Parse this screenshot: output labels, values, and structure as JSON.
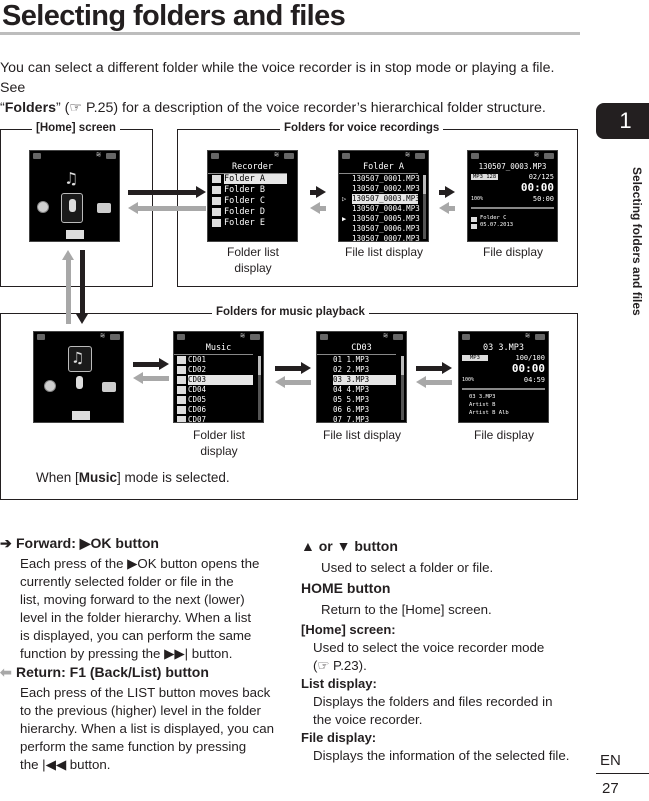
{
  "header": {
    "title": "Selecting folders and files"
  },
  "intro": {
    "line1": "You can select a different folder while the voice recorder is in stop mode or playing a file. See",
    "line2_open": "“",
    "line2_bold": "Folders",
    "line2_ref": "” (☞ P.25) for a description of the voice recorder’s hierarchical folder structure."
  },
  "side": {
    "chapter": "1",
    "label": "Selecting folders and files"
  },
  "diagram": {
    "home_box_label": "[Home] screen",
    "voice_box_label": "Folders for voice recordings",
    "music_box_label": "Folders for music playback",
    "voice": {
      "folder_list": {
        "title": "Recorder",
        "rows": [
          {
            "icon": "A",
            "label": "Folder A"
          },
          {
            "icon": "B",
            "label": "Folder B"
          },
          {
            "icon": "C",
            "label": "Folder C"
          },
          {
            "icon": "D",
            "label": "Folder D"
          },
          {
            "icon": "E",
            "label": "Folder E"
          }
        ]
      },
      "file_list": {
        "title": "Folder A",
        "rows": [
          "130507_0001.MP3",
          "130507_0002.MP3",
          "130507_0003.MP3",
          "130507_0004.MP3",
          "130507_0005.MP3",
          "130507_0006.MP3",
          "130507_0007.MP3"
        ]
      },
      "file_display": {
        "title": "130507_0003.MP3",
        "format": "MP3 128",
        "count": "02/125",
        "time": "00:00",
        "volume": "100%",
        "length": "50:00",
        "folder": "Folder C",
        "date": "05.07.2013"
      },
      "captions": {
        "folder_list": "Folder list display",
        "file_list": "File list display",
        "file_display": "File display"
      }
    },
    "music": {
      "folder_list": {
        "title": "Music",
        "rows": [
          "CD01",
          "CD02",
          "CD03",
          "CD04",
          "CD05",
          "CD06",
          "CD07"
        ]
      },
      "file_list": {
        "title": "CD03",
        "rows": [
          "01 1.MP3",
          "02 2.MP3",
          "03 3.MP3",
          "04 4.MP3",
          "05 5.MP3",
          "06 6.MP3",
          "07 7.MP3"
        ]
      },
      "file_display": {
        "title": "03 3.MP3",
        "format": "MP3",
        "count": "100/100",
        "time": "00:00",
        "volume": "100%",
        "length": "04:59",
        "track": "03 3.MP3",
        "artist": "Artist B",
        "album": "Artist B Alb"
      },
      "captions": {
        "folder_list": "Folder list display",
        "file_list": "File list display",
        "file_display": "File display"
      }
    },
    "home_label": "Home",
    "note_pre": "When [",
    "note_bold": "Music",
    "note_post": "] mode is selected."
  },
  "left_col": {
    "forward_heading": "Forward: ▶OK button",
    "forward_body": [
      "Each press of the ▶OK button opens the",
      "currently selected folder or file in the",
      "list, moving forward to the next (lower)",
      "level in the folder hierarchy. When a list",
      "is displayed, you can perform the same",
      "function by pressing the ▶▶| button."
    ],
    "return_heading": "Return: F1 (Back/List) button",
    "return_body": [
      "Each press of the LIST button moves back",
      "to the previous (higher) level in the folder",
      "hierarchy. When a list is displayed, you can",
      "perform the same function by pressing",
      "the |◀◀ button."
    ]
  },
  "right_col": {
    "updown_heading": "▲ or ▼ button",
    "updown_body": "Used to select a folder or file.",
    "home_heading": "HOME button",
    "home_body": "Return to the [Home] screen.",
    "home_screen_heading": "[Home] screen:",
    "home_screen_body": [
      "Used to select the voice recorder mode",
      "(☞ P.23)."
    ],
    "list_heading": "List display:",
    "list_body": [
      "Displays the folders and files recorded in",
      "the voice recorder."
    ],
    "file_heading": "File display:",
    "file_body": "Displays the information of the selected file."
  },
  "footer": {
    "lang": "EN",
    "page": "27"
  }
}
